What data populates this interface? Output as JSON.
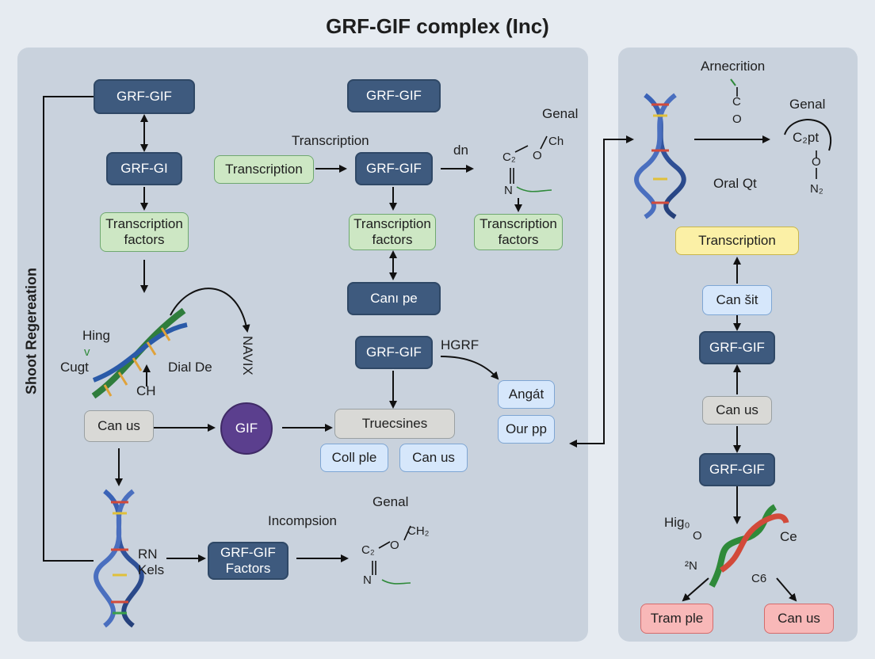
{
  "title": "GRF-GIF complex (Inc)",
  "side_label": "Shoot Regereation",
  "left": {
    "grf_gif_top": "GRF-GIF",
    "grf_gi": "GRF-GI",
    "tf_left": "Transcription\nfactors",
    "hing": "Hing",
    "cugt": "Cugt",
    "ch": "CH",
    "dial_de": "Dial De",
    "navix": "NAVIX",
    "can_us_left": "Can us",
    "gif": "GIF",
    "grf_gif_center_top": "GRF-GIF",
    "transcription_caption": "Transcription",
    "transcription_box": "Transcription",
    "grf_gif_mid": "GRF-GIF",
    "dn": "dn",
    "genal_top": "Genal",
    "ch_top": "Ch",
    "c2_top": "C₂",
    "o_top": "O",
    "n_top": "N",
    "tf_center": "Transcription\nfactors",
    "tf_right": "Transcription\nfactors",
    "canipe": "Canı pe",
    "grf_gif_lower": "GRF-GIF",
    "hgrf": "HGRF",
    "angat": "Angát",
    "our_pp": "Our pp",
    "truecsines": "Truecsines",
    "coll_ple": "Coll ple",
    "can_us_center": "Can us",
    "rn_kels": "RN\nKels",
    "grf_gif_factors": "GRF-GIF\nFactors",
    "incompsion": "Incompsion",
    "genal_bottom": "Genal",
    "c2_bottom": "C₂",
    "ch2_bottom": "CH₂",
    "o_bottom": "O",
    "n_bottom": "N"
  },
  "right": {
    "arnecrition": "Arnecrition",
    "c_label": "C",
    "o_label": "O",
    "genal": "Genal",
    "c2pt": "C₂pt",
    "oral_qt": "Oral Qt",
    "o2": "O",
    "n2": "N₂",
    "transcription": "Transcription",
    "can_sit": "Can šit",
    "grf_gif_a": "GRF-GIF",
    "can_us": "Can us",
    "grf_gif_b": "GRF-GIF",
    "higo": "Hig₀",
    "o3": "O",
    "n3": "²N",
    "ce": "Ce",
    "c6": "C6",
    "tram_ple": "Tram ple",
    "can_us_bottom": "Can us"
  },
  "colors": {
    "navy": "#3e5a7e",
    "green": "#cde7c4",
    "gray": "#d9d9d6",
    "blue": "#d6e7fb",
    "yellow": "#fbf0a6",
    "pink": "#f8b8b8",
    "purple": "#5b3f8e"
  }
}
